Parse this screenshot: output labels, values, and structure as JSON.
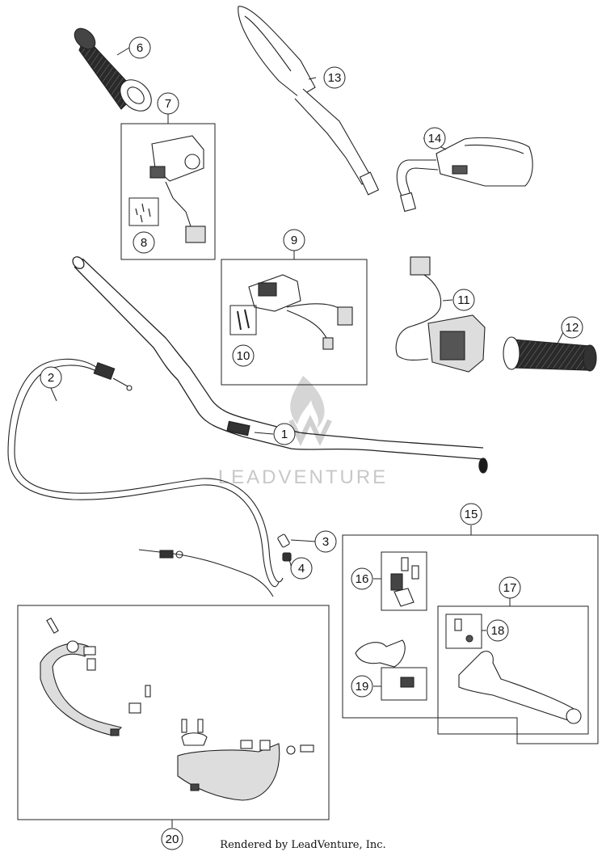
{
  "watermark": "LEADVENTURE",
  "footer": "Rendered by LeadVenture, Inc.",
  "callouts": {
    "c1": "1",
    "c2": "2",
    "c3": "3",
    "c4": "4",
    "c6": "6",
    "c7": "7",
    "c8": "8",
    "c9": "9",
    "c10": "10",
    "c11": "11",
    "c12": "12",
    "c13": "13",
    "c14": "14",
    "c15": "15",
    "c16": "16",
    "c17": "17",
    "c18": "18",
    "c19": "19",
    "c20": "20"
  },
  "colors": {
    "line": "#222222",
    "grip": "#1a1a1a",
    "watermark": "#c8c8c8"
  }
}
